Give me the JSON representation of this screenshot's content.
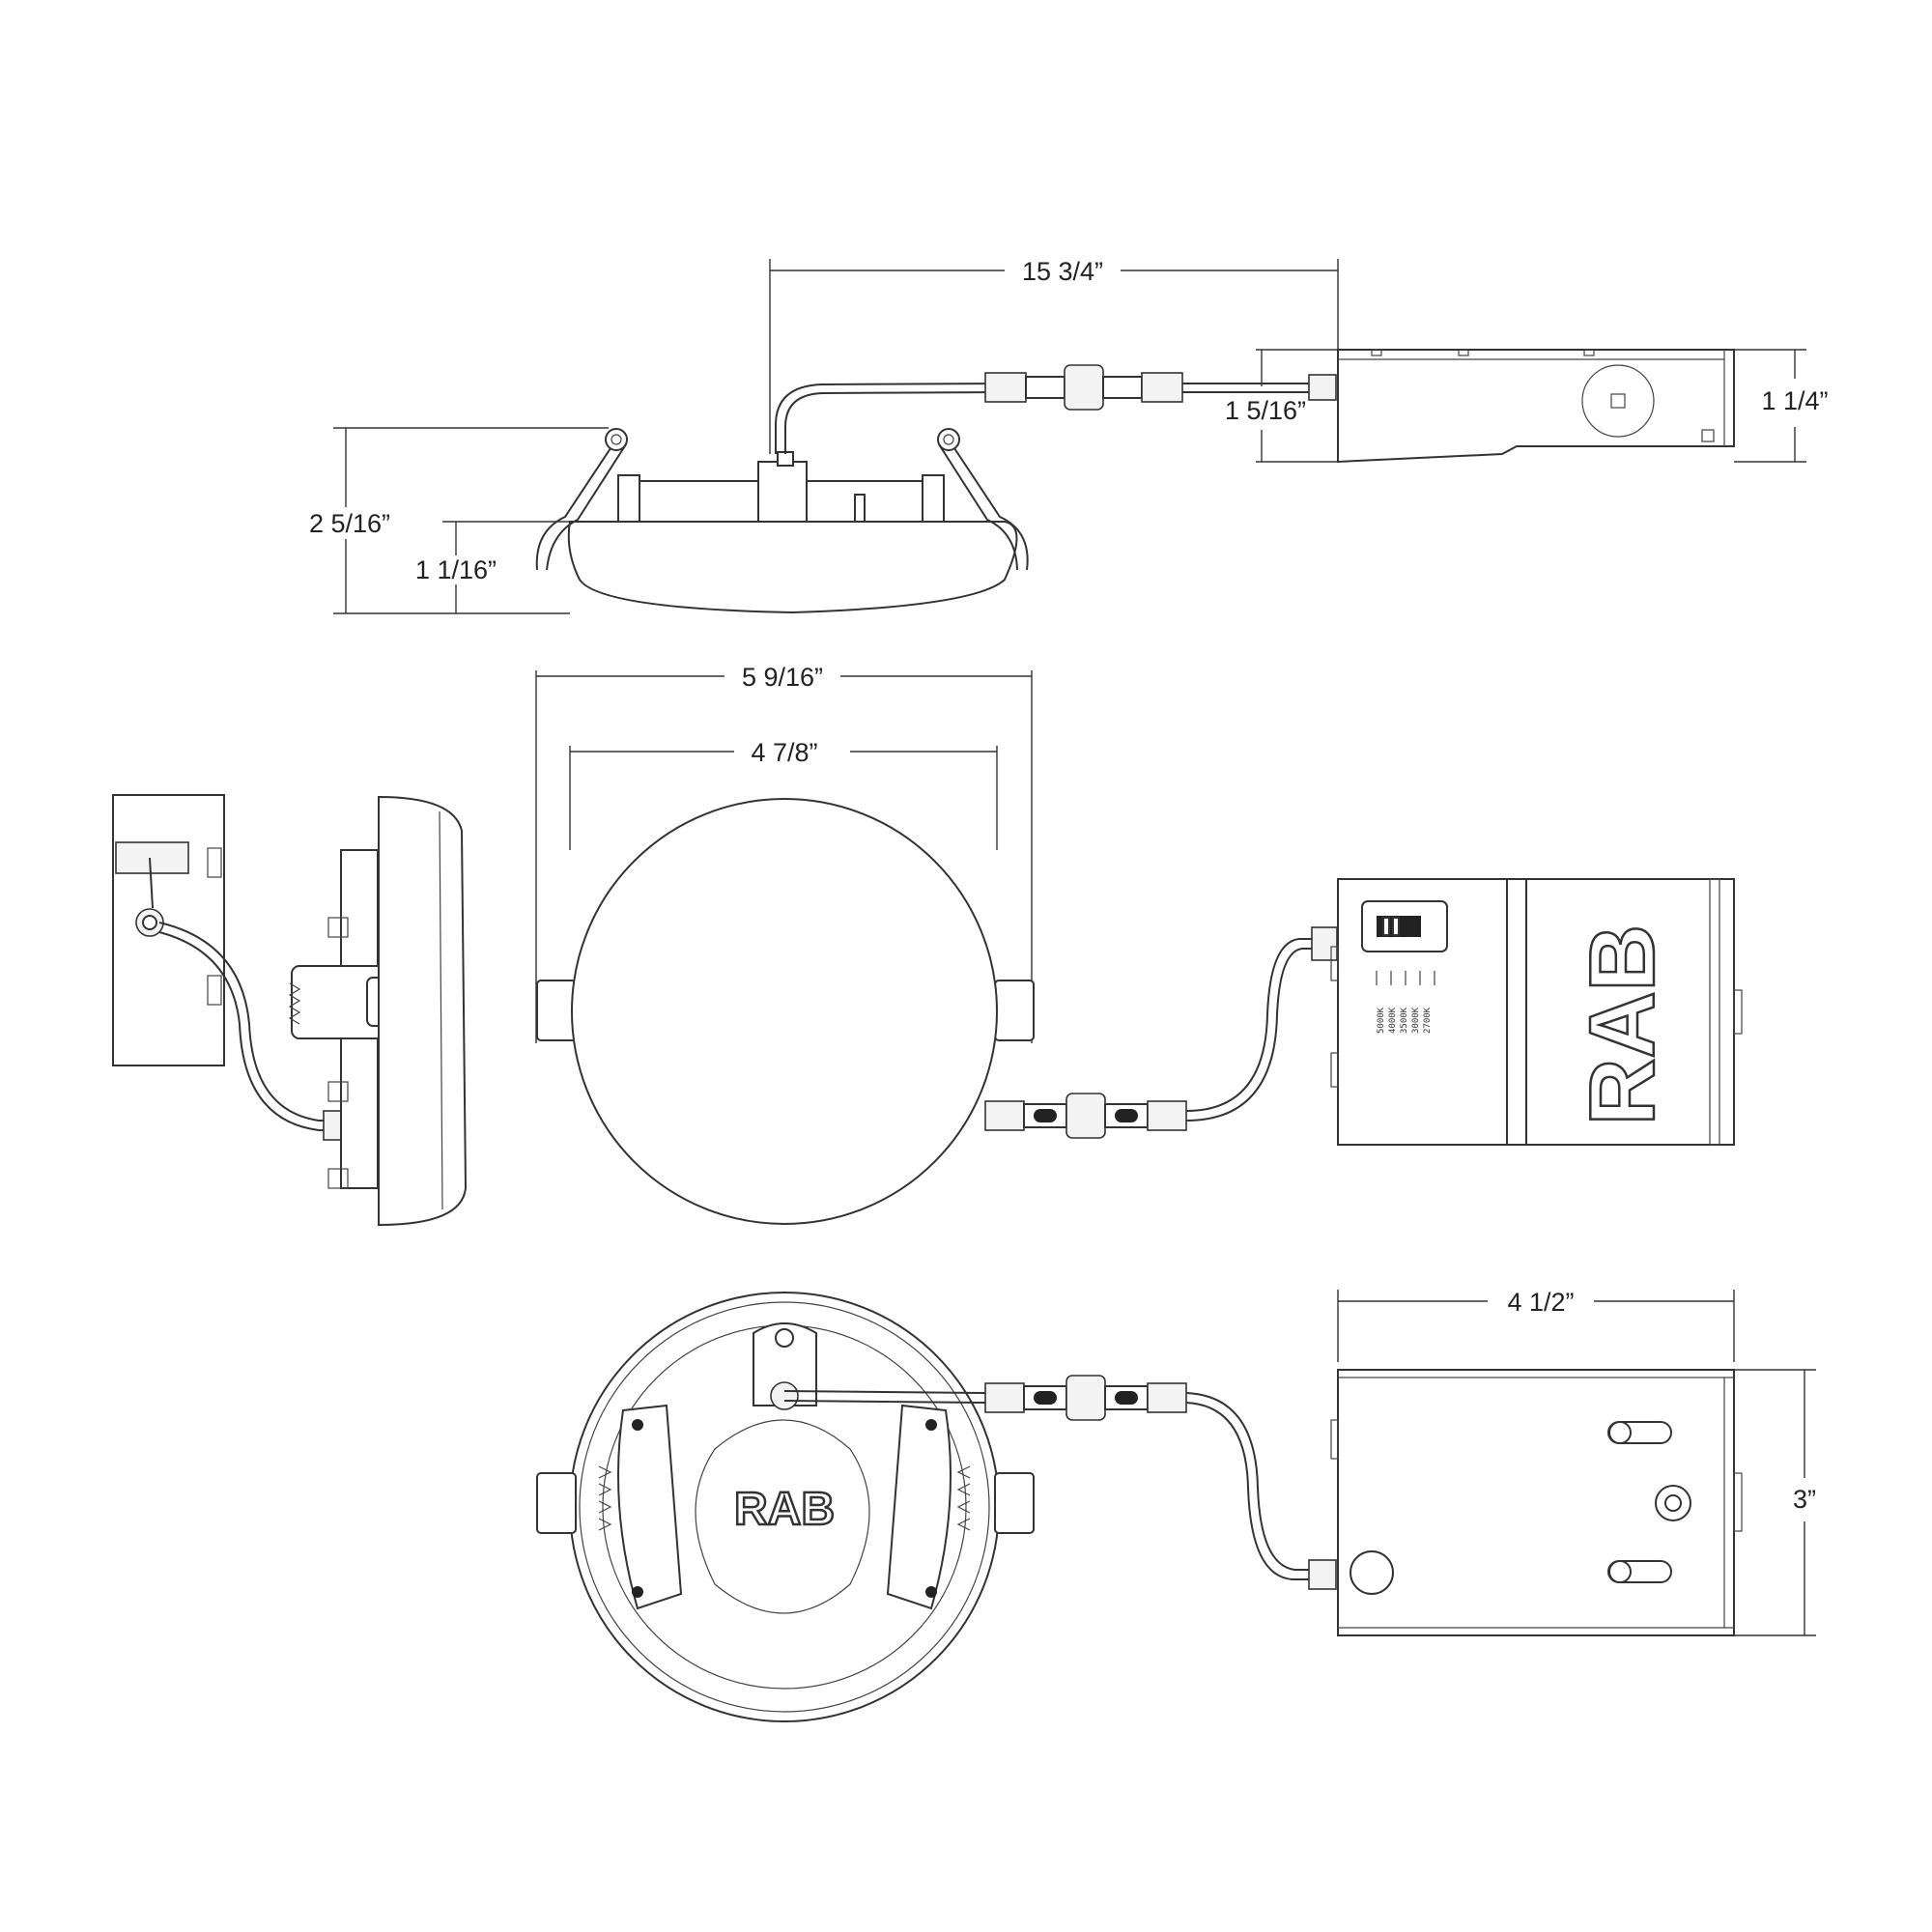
{
  "dimensions": {
    "overall_length": "15 3/4”",
    "driver_box_height": "1 1/4”",
    "connector_offset": "1 5/16”",
    "fixture_height": "2 5/16”",
    "trim_depth": "1 1/16”",
    "trim_diameter": "5 9/16”",
    "cutout_diameter": "4 7/8”",
    "driver_box_length": "4 1/2”",
    "driver_box_width": "3”"
  },
  "logos": {
    "side_box": "RAB",
    "fixture_back": "RAB"
  },
  "cct_labels": [
    "5000K",
    "4000K",
    "3500K",
    "3000K",
    "2700K"
  ],
  "colors": {
    "line": "#333333",
    "background": "#ffffff"
  }
}
